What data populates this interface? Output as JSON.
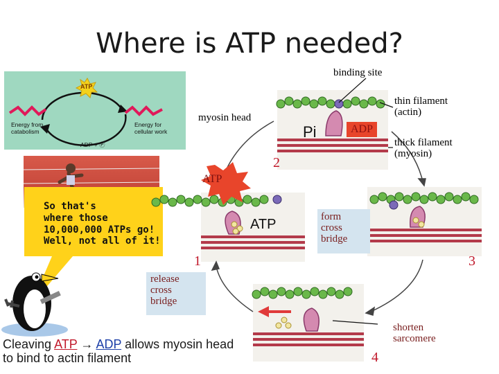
{
  "title": "Where is ATP needed?",
  "cycle_diagram": {
    "atp": "ATP",
    "energy_from": "Energy from\ncatabolism",
    "energy_for": "Energy for\ncellular work",
    "adp_pi": "ADP + Ⓟ"
  },
  "labels": {
    "binding_site": "binding site",
    "thin_filament": "thin filament\n(actin)",
    "myosin_head": "myosin head",
    "adp": "ADP",
    "thick_filament": "thick filament\n(myosin)",
    "pi": "Pi",
    "atp_burst": "ATP",
    "atp_panel": "ATP",
    "form_cross_bridge": "form\ncross\nbridge",
    "release_cross_bridge": "release\ncross\nbridge",
    "shorten_sarcomere": "shorten\nsarcomere"
  },
  "steps": {
    "one": "1",
    "two": "2",
    "three": "3",
    "four": "4"
  },
  "speech_bubble": "So that's\nwhere those\n10,000,000 ATPs go!\nWell, not all of it!",
  "caption": {
    "part1": "Cleaving ",
    "atp": "ATP",
    "arrow": " → ",
    "adp": "ADP",
    "part2": " allows myosin head",
    "line2": "to bind to actin filament"
  },
  "colors": {
    "step_red": "#c0182a",
    "adp_blue": "#1c3fa8",
    "burst_red": "#e8452b",
    "bubble_yellow": "#ffd21a",
    "cycle_bg": "#9fd8c0"
  }
}
